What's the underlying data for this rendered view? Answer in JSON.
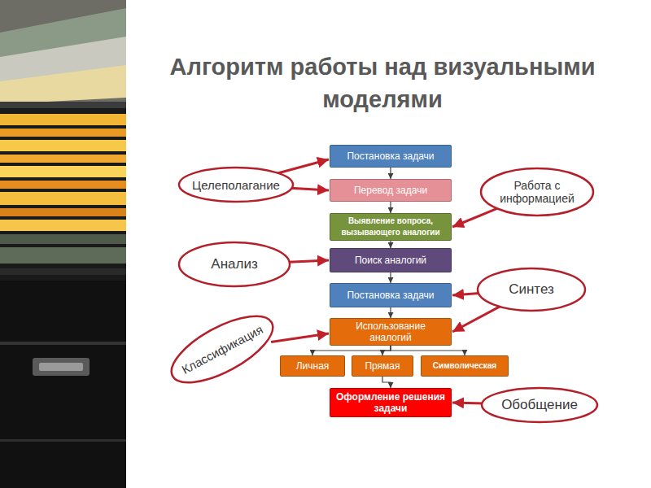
{
  "diagram": {
    "title": "Алгоритм работы над визуальными моделями",
    "nodes": [
      {
        "text": [
          "Постановка задачи"
        ]
      },
      {
        "text": [
          "Перевод задачи"
        ]
      },
      {
        "text": [
          "Выявление вопроса, вызывающего аналогии"
        ]
      },
      {
        "text": [
          "Поиск аналогий"
        ]
      },
      {
        "text": [
          "Постановка задачи"
        ]
      },
      {
        "text": [
          "Использование аналогий"
        ]
      },
      {
        "text": [
          "Личная"
        ]
      },
      {
        "text": [
          "Прямая"
        ]
      },
      {
        "text": [
          "Символическая"
        ]
      },
      {
        "text": [
          "Оформление решения задачи"
        ]
      },
      {
        "text": [
          "Целеполагание"
        ]
      },
      {
        "text": [
          "Работа с информацией"
        ]
      },
      {
        "text": [
          "Анализ"
        ]
      },
      {
        "text": [
          "Синтез"
        ]
      },
      {
        "text": [
          "Классификация"
        ]
      },
      {
        "text": [
          "Обобщение"
        ]
      }
    ],
    "edges": [
      {
        "from": 0,
        "to": 1,
        "arrow": "to"
      },
      {
        "from": 1,
        "to": 2,
        "arrow": "to"
      },
      {
        "from": 2,
        "to": 3,
        "arrow": "to"
      },
      {
        "from": 3,
        "to": 4,
        "arrow": "to"
      },
      {
        "from": 4,
        "to": 5,
        "arrow": "to"
      },
      {
        "from": 5,
        "to": 6,
        "arrow": "to"
      },
      {
        "from": 5,
        "to": 7,
        "arrow": "to"
      },
      {
        "from": 5,
        "to": 8,
        "arrow": "to"
      },
      {
        "from": 7,
        "to": 9,
        "arrow": "to"
      },
      {
        "from": 10,
        "to": 0,
        "arrow": "to"
      },
      {
        "from": 10,
        "to": 1,
        "arrow": "to"
      },
      {
        "from": 11,
        "to": 2,
        "arrow": "to"
      },
      {
        "from": 12,
        "to": 3,
        "arrow": "to"
      },
      {
        "from": 13,
        "to": 4,
        "arrow": "to"
      },
      {
        "from": 13,
        "to": 5,
        "arrow": "to"
      },
      {
        "from": 14,
        "to": 5,
        "arrow": "to"
      },
      {
        "from": 15,
        "to": 9,
        "arrow": "to"
      }
    ]
  }
}
